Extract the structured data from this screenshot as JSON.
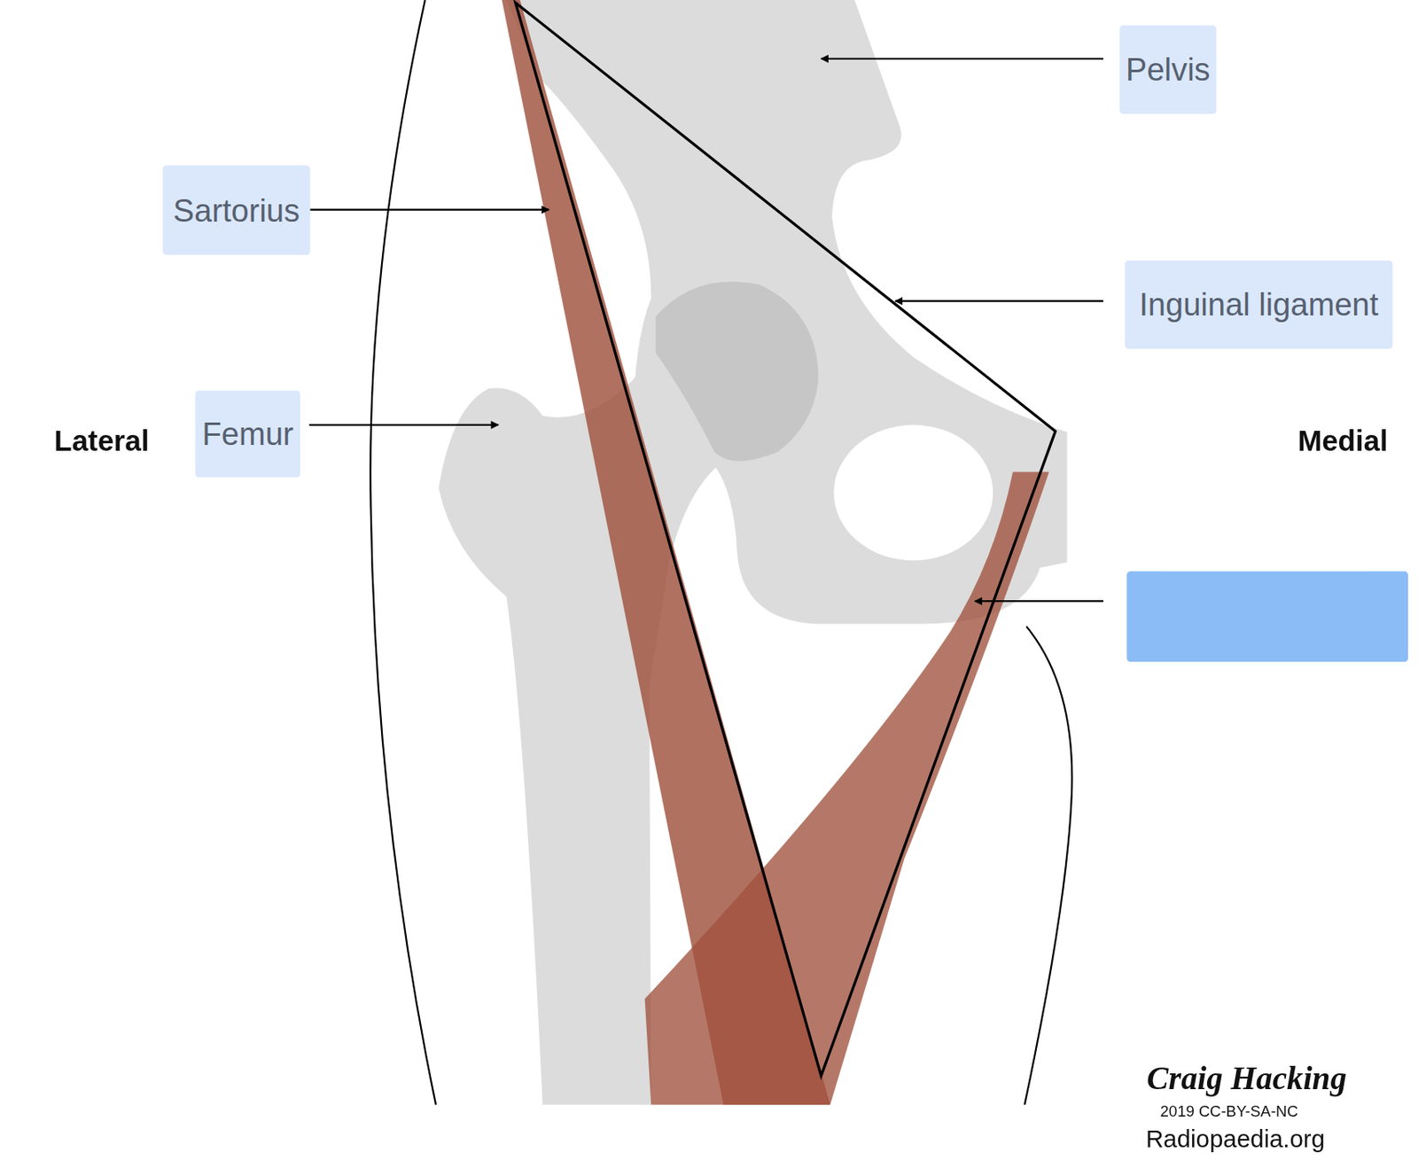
{
  "diagram": {
    "nodes": [
      {
        "text": [
          "Pelvis"
        ]
      },
      {
        "text": [
          "Sartorius"
        ]
      },
      {
        "text": [
          "Inguinal ligament"
        ]
      },
      {
        "text": [
          "Femur"
        ]
      }
    ],
    "labels": [
      "Lateral",
      "Medial",
      "Craig Hacking",
      "2019 CC-BY-SA-NC",
      "Radiopaedia.org"
    ]
  }
}
